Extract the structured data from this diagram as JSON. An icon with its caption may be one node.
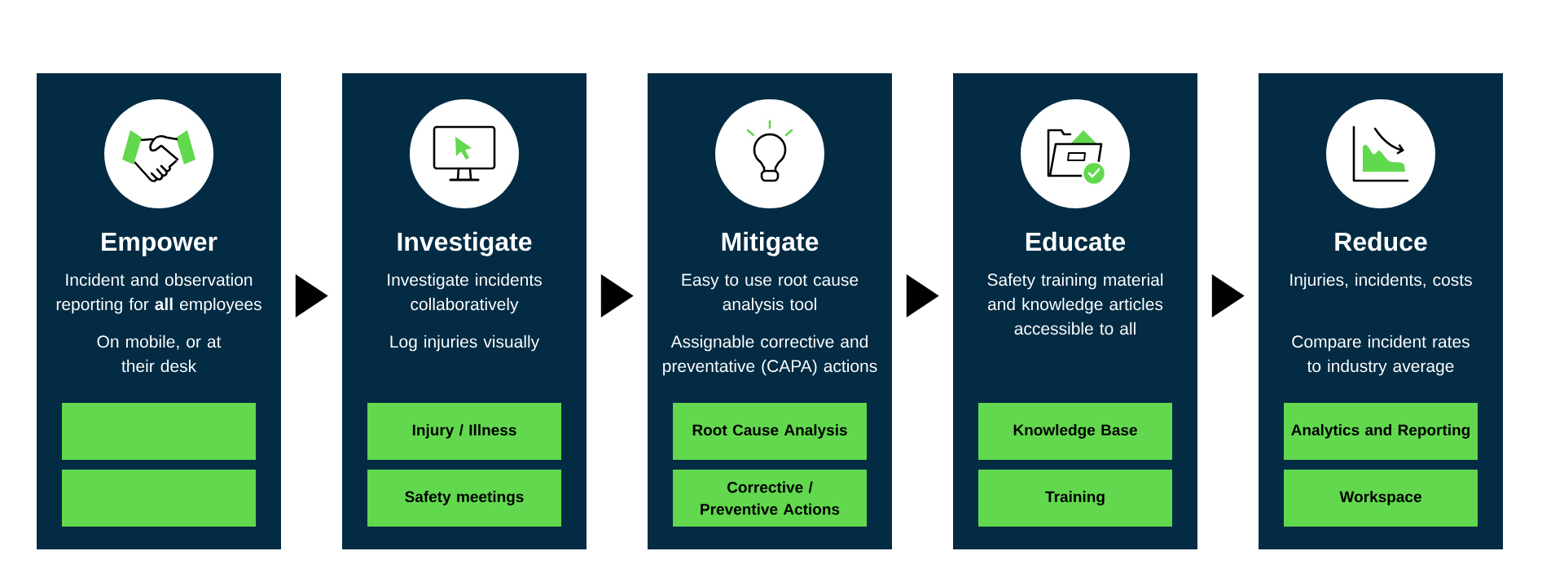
{
  "diagram": {
    "nodes": [
      {
        "text": [
          "Empower",
          "Incident and observation reporting for **all** employees",
          "On mobile, or at their desk"
        ]
      },
      {
        "text": [],
        "shape": "box",
        "in": 0
      },
      {
        "text": [],
        "shape": "box",
        "in": 0
      },
      {
        "text": [
          "Investigate",
          "Investigate incidents collaboratively",
          "Log injuries visually"
        ]
      },
      {
        "text": [
          "Injury / Illness"
        ],
        "in": 3
      },
      {
        "text": [
          "Safety meetings"
        ],
        "in": 3
      },
      {
        "text": [
          "Mitigate",
          "Easy to use root cause analysis tool",
          "Assignable corrective and preventative (CAPA) actions"
        ]
      },
      {
        "text": [
          "Root Cause Analysis"
        ],
        "in": 6
      },
      {
        "text": [
          "Corrective / Preventive Actions"
        ],
        "in": 6
      },
      {
        "text": [
          "Educate",
          "Safety training material and knowledge articles accessible to all"
        ]
      },
      {
        "text": [
          "Knowledge Base"
        ],
        "in": 9
      },
      {
        "text": [
          "Training"
        ],
        "in": 9
      },
      {
        "text": [
          "Reduce",
          "Injuries, incidents, costs",
          "Compare incident rates to industry average"
        ]
      },
      {
        "text": [
          "Analytics and Reporting"
        ],
        "in": 12
      },
      {
        "text": [
          "Workspace"
        ],
        "in": 12
      }
    ],
    "edges": [
      {
        "from": 0,
        "to": 3,
        "arrow": "to"
      },
      {
        "from": 3,
        "to": 6,
        "arrow": "to"
      },
      {
        "from": 6,
        "to": 9,
        "arrow": "to"
      },
      {
        "from": 9,
        "to": 12,
        "arrow": "to"
      }
    ]
  }
}
